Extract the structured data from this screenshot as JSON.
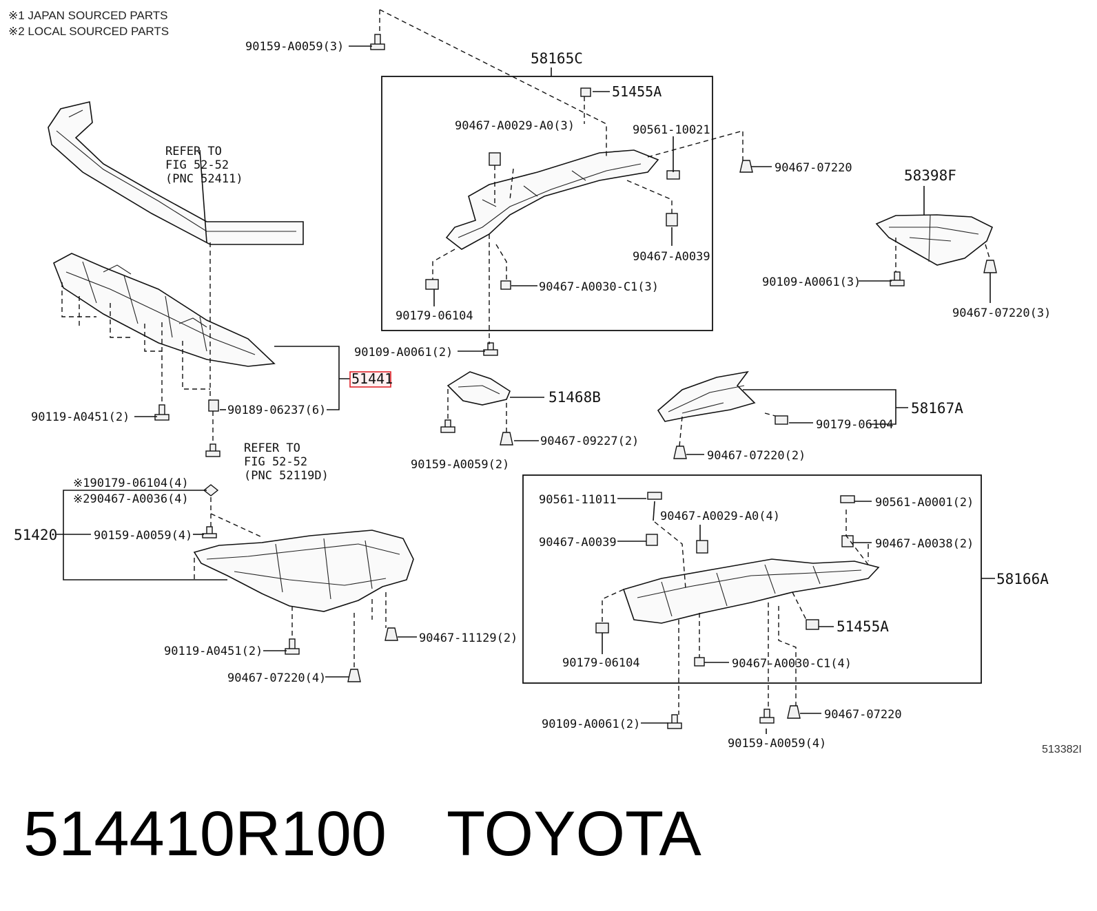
{
  "notes": [
    "※1 JAPAN SOURCED PARTS",
    "※2 LOCAL SOURCED PARTS"
  ],
  "refs": {
    "bumper": [
      "REFER TO",
      "FIG 52-52",
      "(PNC 52411)"
    ],
    "clip": [
      "REFER TO",
      "FIG 52-52",
      "(PNC 52119D)"
    ]
  },
  "labels": {
    "l90159_a0059_3": "90159-A0059(3)",
    "l58165c": "58165C",
    "l51455a_top": "51455A",
    "l90467_a0029_a0_3": "90467-A0029-A0(3)",
    "l90561_10021": "90561-10021",
    "l90467_07220_top": "90467-07220",
    "l90467_a0039_top": "90467-A0039",
    "l90467_a0030_c1_3": "90467-A0030-C1(3)",
    "l90179_06104_top": "90179-06104",
    "l58398f": "58398F",
    "l90109_a0061_3": "90109-A0061(3)",
    "l90467_07220_3": "90467-07220(3)",
    "l90109_a0061_2_top": "90109-A0061(2)",
    "l51441": "51441",
    "l90119_a0451_2_top": "90119-A0451(2)",
    "l90189_06237_6": "90189-06237(6)",
    "l51468b": "51468B",
    "l90467_09227_2": "90467-09227(2)",
    "l90159_a0059_2": "90159-A0059(2)",
    "l58167a": "58167A",
    "l90179_06104_mid": "90179-06104",
    "l90467_07220_2": "90467-07220(2)",
    "l190179": "※190179-06104(4)",
    "l290467": "※290467-A0036(4)",
    "l51420": "51420",
    "l90159_a0059_4_left": "90159-A0059(4)",
    "l90119_a0451_2_bot": "90119-A0451(2)",
    "l90467_11129_2": "90467-11129(2)",
    "l90467_07220_4": "90467-07220(4)",
    "l90561_11011": "90561-11011",
    "l90467_a0029_a0_4": "90467-A0029-A0(4)",
    "l90561_a0001_2": "90561-A0001(2)",
    "l90467_a0039_bot": "90467-A0039",
    "l90467_a0038_2": "90467-A0038(2)",
    "l58166a": "58166A",
    "l51455a_bot": "51455A",
    "l90179_06104_bot": "90179-06104",
    "l90467_a0030_c1_4": "90467-A0030-C1(4)",
    "l90109_a0061_2_bot": "90109-A0061(2)",
    "l90467_07220_bot": "90467-07220",
    "l90159_a0059_4_bot": "90159-A0059(4)"
  },
  "figure_id": "513382I",
  "caption": {
    "part_number": "514410R100",
    "brand": "TOYOTA"
  }
}
